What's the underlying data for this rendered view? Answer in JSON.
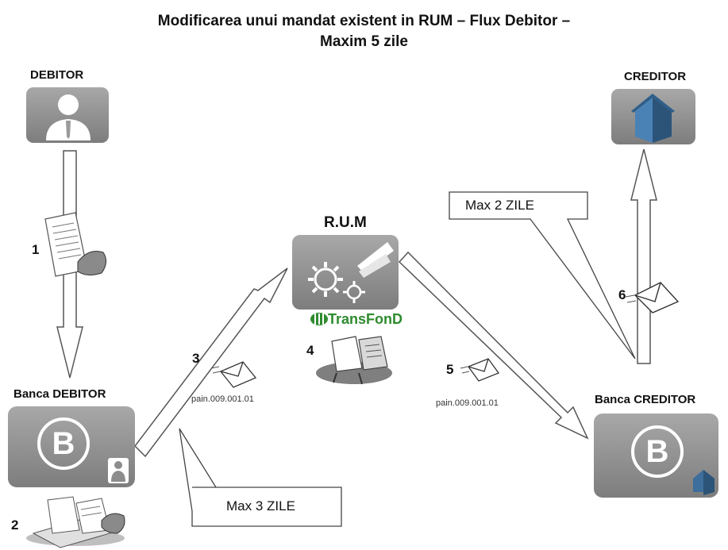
{
  "title": {
    "line1": "Modificarea unui mandat existent in RUM – Flux Debitor –",
    "line2": "Maxim 5 zile"
  },
  "nodes": {
    "debitor": "DEBITOR",
    "creditor": "CREDITOR",
    "rum": "R.U.M",
    "banca_debitor": "Banca DEBITOR",
    "banca_creditor": "Banca CREDITOR",
    "transfond_logo": "TransFonD"
  },
  "badges": {
    "bank_letter_left": "B",
    "bank_letter_right": "B"
  },
  "steps": [
    "1",
    "2",
    "3",
    "4",
    "5",
    "6"
  ],
  "messages": {
    "msg3": "pain.009.001.01",
    "msg5": "pain.009.001.01"
  },
  "callouts": {
    "max2": "Max 2 ZILE",
    "max3": "Max 3 ZILE"
  },
  "colors": {
    "box": "#8c8c8c",
    "box_light": "#a6a6a6",
    "transfond_green": "#2e8b2e",
    "house_blue": "#3d6e9c"
  }
}
